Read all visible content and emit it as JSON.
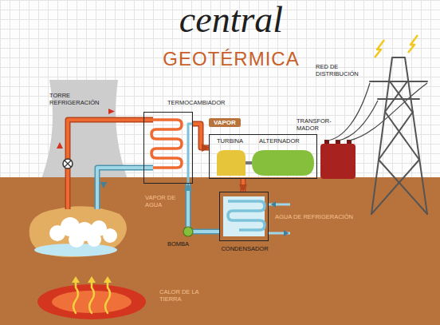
{
  "diagram": {
    "title": "central",
    "nodes": [
      {
        "text": [
          "TERMOCAMBIADOR"
        ]
      },
      {
        "text": [
          "VAPOR"
        ]
      },
      {
        "text": [
          "TURBINA",
          "ALTERNADOR"
        ]
      },
      {
        "text": [
          "CONDENSADOR"
        ]
      },
      {
        "text": [
          "TRANSFOR- MADOR"
        ]
      }
    ],
    "edges": [
      {
        "from": 0,
        "to": 2,
        "arrow": "to"
      },
      {
        "from": 2,
        "to": 3,
        "arrow": "to"
      },
      {
        "from": 3,
        "to": 0,
        "arrow": "to"
      }
    ],
    "labels": [
      "GEOTÉRMICA",
      "TORRE REFRIGERACIÓN",
      "RED DE DISTRIBUCIÓN",
      "VAPOR DE AGUA",
      "AGUA DE REFRIGERACIÓN",
      "BOMBA",
      "CALOR DE LA TIERRA"
    ]
  }
}
